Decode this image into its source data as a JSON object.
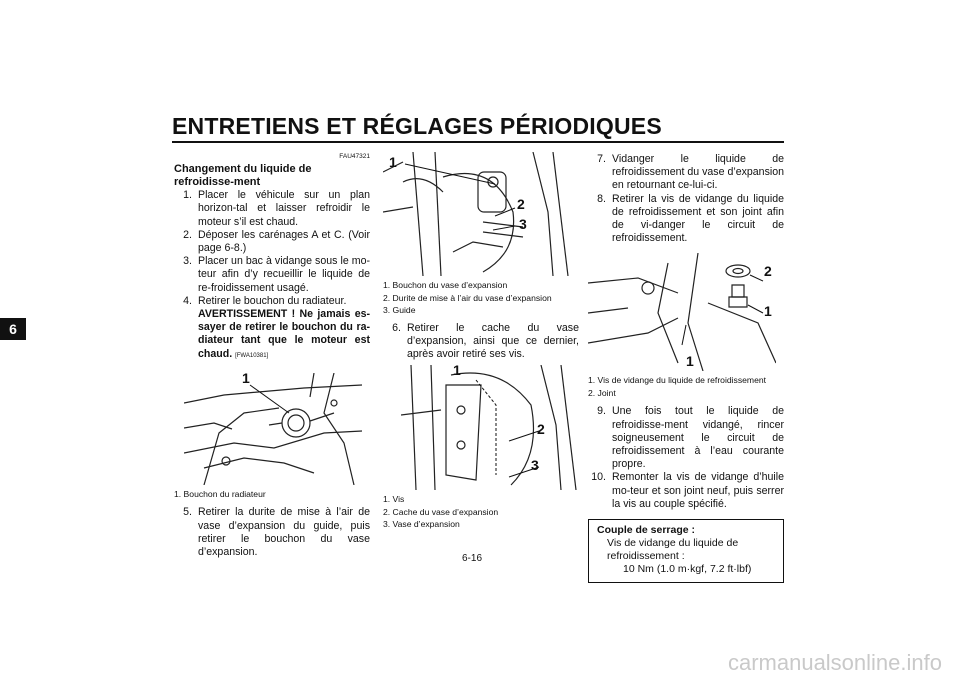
{
  "page": {
    "title": "ENTRETIENS ET RÉGLAGES PÉRIODIQUES",
    "chapter_tab": "6",
    "page_number": "6-16",
    "watermark": "carmanualsonline.info"
  },
  "left": {
    "ref_code": "FAU47321",
    "heading": "Changement du liquide de refroidisse-ment",
    "steps": [
      {
        "num": "1.",
        "text": "Placer le véhicule sur un plan horizon-tal et laisser refroidir le moteur s’il est chaud."
      },
      {
        "num": "2.",
        "text": "Déposer les carénages A et C. (Voir page 6-8.)"
      },
      {
        "num": "3.",
        "text": "Placer un bac à vidange sous le mo-teur afin d’y recueillir le liquide de re-froidissement usagé."
      },
      {
        "num": "4.",
        "text": "Retirer le bouchon du radiateur."
      }
    ],
    "warning": "AVERTISSEMENT ! Ne jamais es-sayer de retirer le bouchon du ra-diateur tant que le moteur est chaud.",
    "warning_ref": "[FWA10381]",
    "figure": {
      "callouts": [
        "1"
      ],
      "captions": [
        "1. Bouchon du radiateur"
      ]
    },
    "step5": {
      "num": "5.",
      "text": "Retirer la durite de mise à l’air de vase d’expansion du guide, puis retirer le bouchon du vase d’expansion."
    }
  },
  "middle": {
    "figure1": {
      "callouts": [
        "1",
        "2",
        "3"
      ],
      "captions": [
        "1. Bouchon du vase d’expansion",
        "2. Durite de mise à l’air du vase d’expansion",
        "3. Guide"
      ]
    },
    "step6": {
      "num": "6.",
      "text": "Retirer le cache du vase d’expansion, ainsi que ce dernier, après avoir retiré ses vis."
    },
    "figure2": {
      "callouts": [
        "1",
        "2",
        "3"
      ],
      "captions": [
        "1. Vis",
        "2. Cache du vase d’expansion",
        "3. Vase d’expansion"
      ]
    }
  },
  "right": {
    "steps_a": [
      {
        "num": "7.",
        "text": "Vidanger le liquide de refroidissement du vase d’expansion en retournant ce-lui-ci."
      },
      {
        "num": "8.",
        "text": "Retirer la vis de vidange du liquide de refroidissement et son joint afin de vi-danger le circuit de refroidissement."
      }
    ],
    "figure": {
      "callouts": [
        "2",
        "1",
        "1"
      ],
      "captions": [
        "1. Vis de vidange du liquide de refroidissement",
        "2. Joint"
      ]
    },
    "steps_b": [
      {
        "num": "9.",
        "text": "Une fois tout le liquide de refroidisse-ment vidangé, rincer soigneusement le circuit de refroidissement à l’eau courante propre."
      },
      {
        "num": "10.",
        "text": "Remonter la vis de vidange d’huile mo-teur et son joint neuf, puis serrer la vis au couple spécifié."
      }
    ],
    "spec": {
      "label": "Couple de serrage :",
      "item": "Vis de vidange du liquide de refroidissement :",
      "value": "10 Nm (1.0 m·kgf, 7.2 ft·lbf)"
    }
  }
}
